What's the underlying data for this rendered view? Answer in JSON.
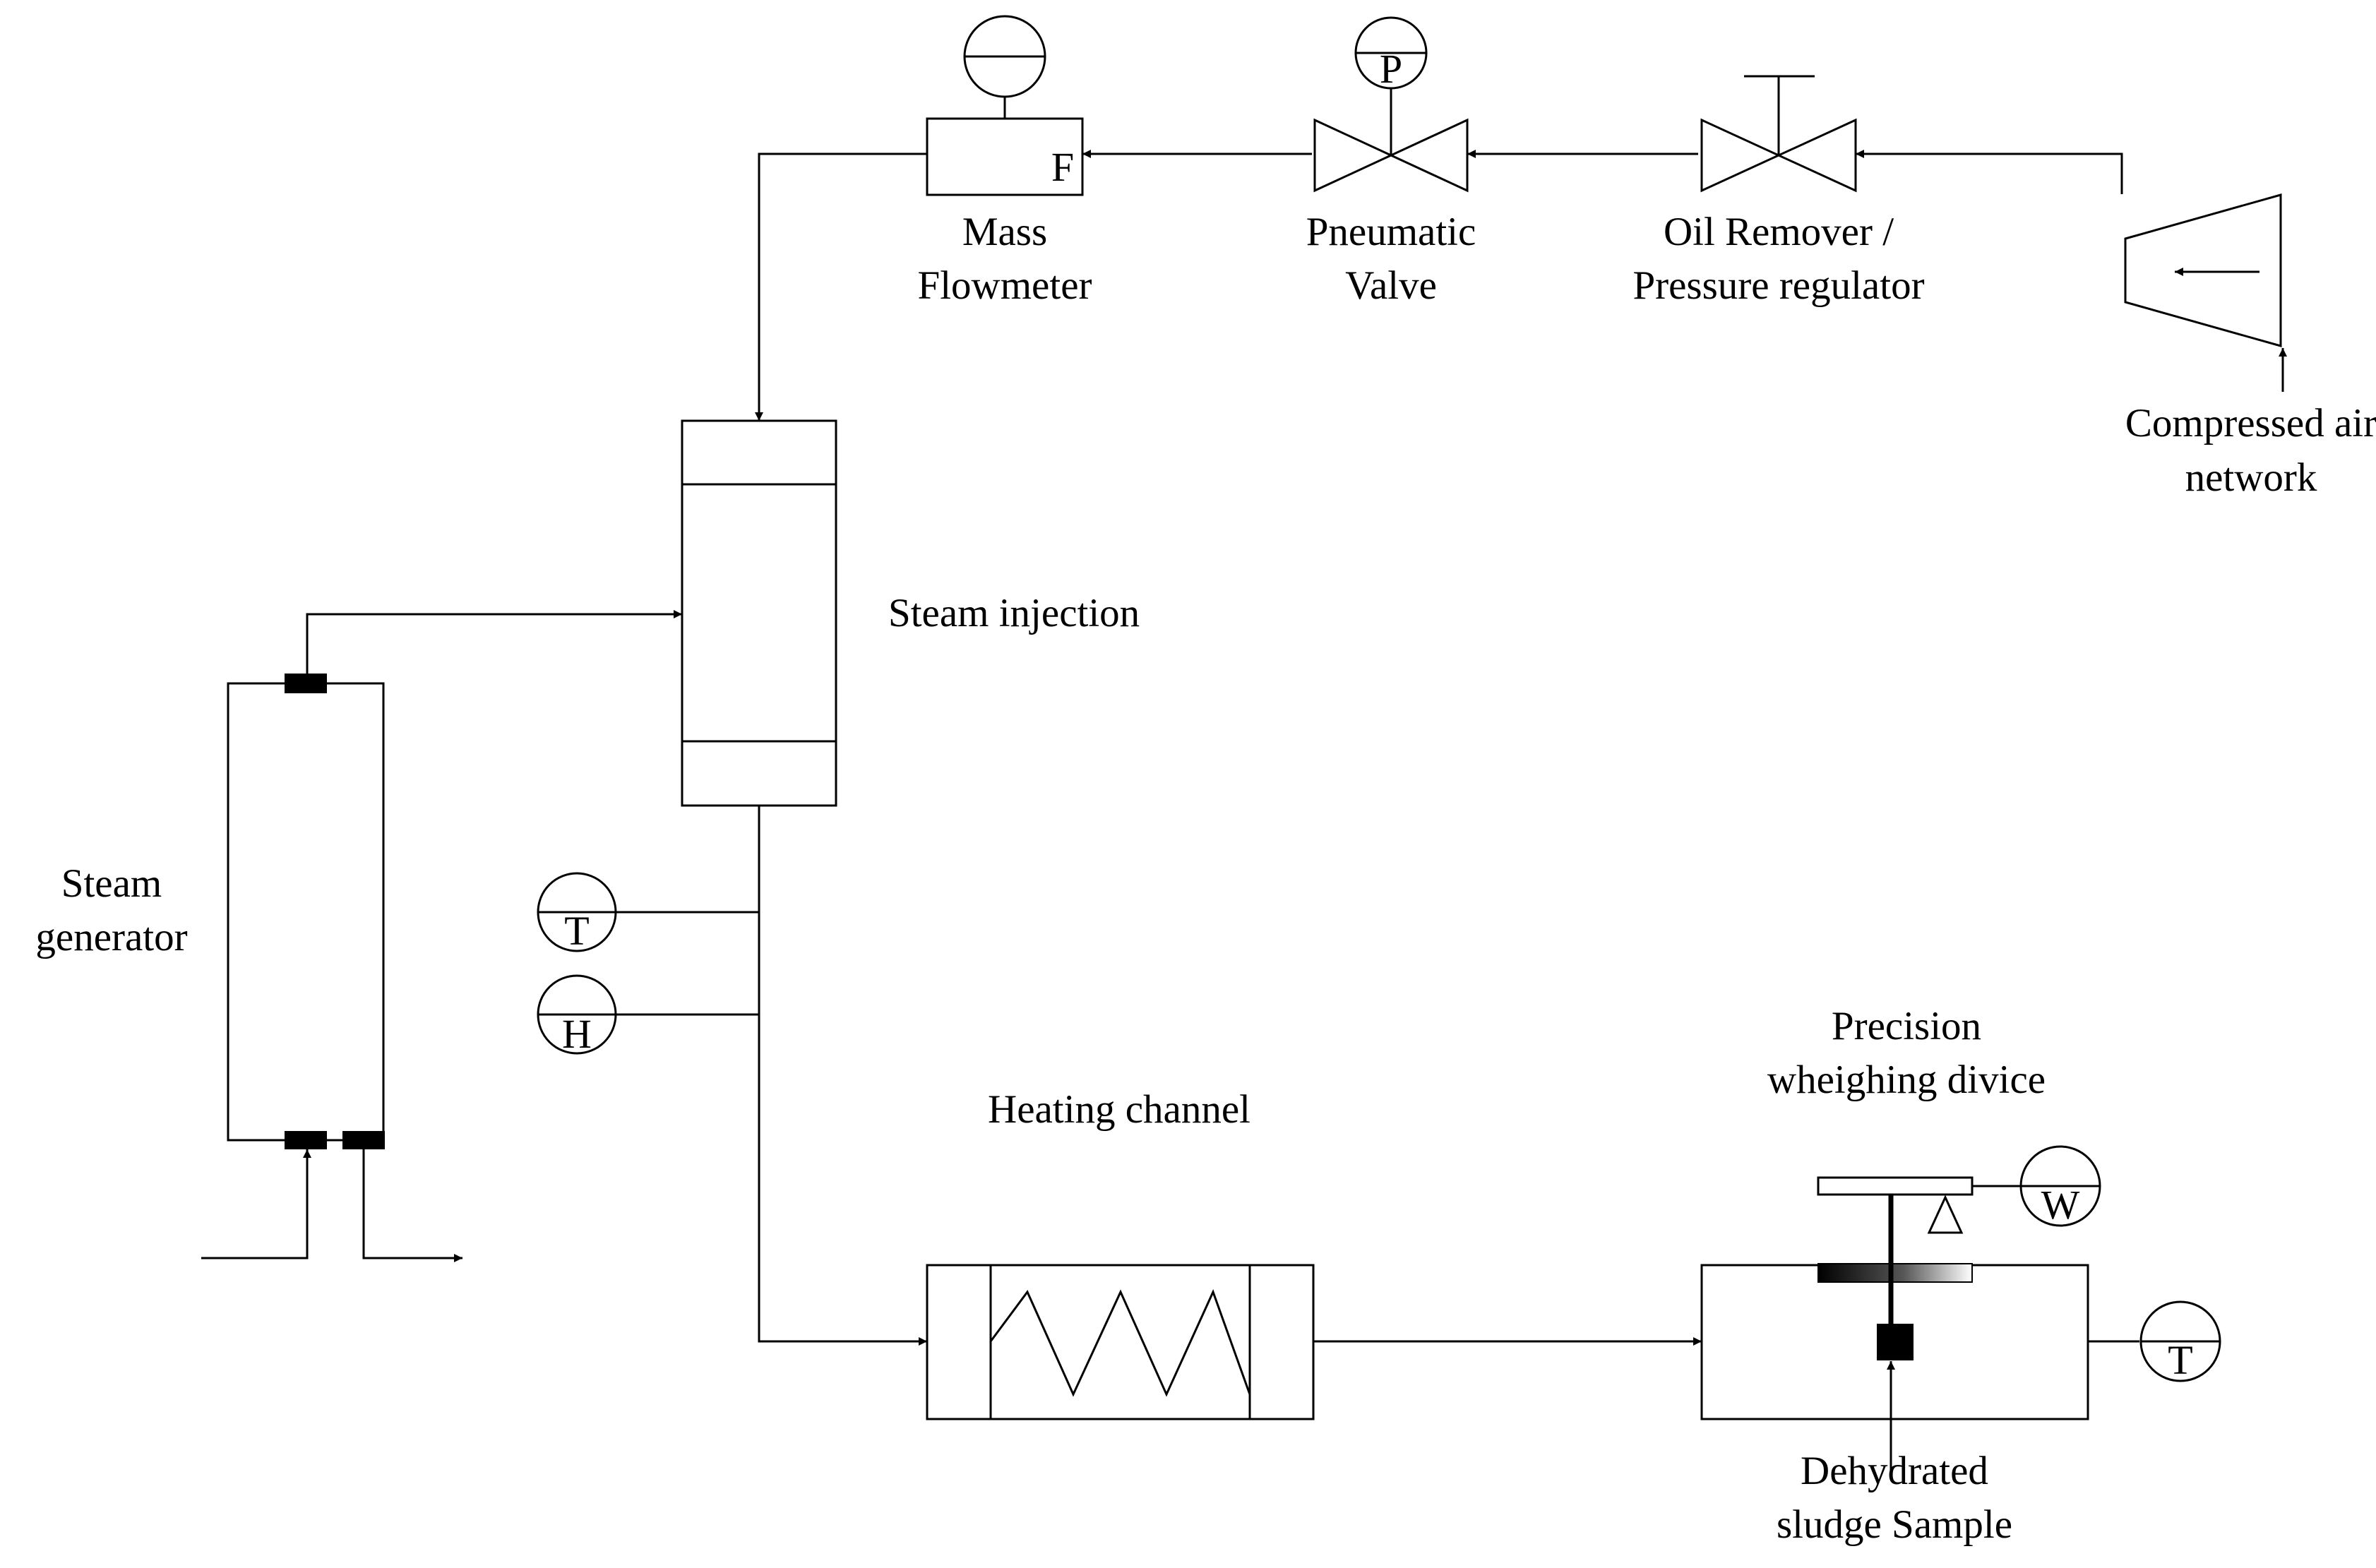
{
  "labels": {
    "mass_flowmeter": [
      "Mass",
      "Flowmeter"
    ],
    "pneumatic_valve": [
      "Pneumatic",
      "Valve"
    ],
    "oil_remover": [
      "Oil Remover /",
      "Pressure regulator"
    ],
    "compressed_air": [
      "Compressed air",
      "network"
    ],
    "steam_injection": "Steam injection",
    "steam_generator": [
      "Steam",
      "generator"
    ],
    "heating_channel": "Heating channel",
    "precision_weighing": [
      "Precision",
      "wheighing divice"
    ],
    "dehydrated_sludge": [
      "Dehydrated",
      "sludge Sample"
    ]
  },
  "instruments": {
    "flowmeter_letter": "F",
    "pneumatic_letter": "P",
    "temperature_letter": "T",
    "humidity_letter": "H",
    "weight_letter": "W",
    "sample_temperature_letter": "T"
  }
}
